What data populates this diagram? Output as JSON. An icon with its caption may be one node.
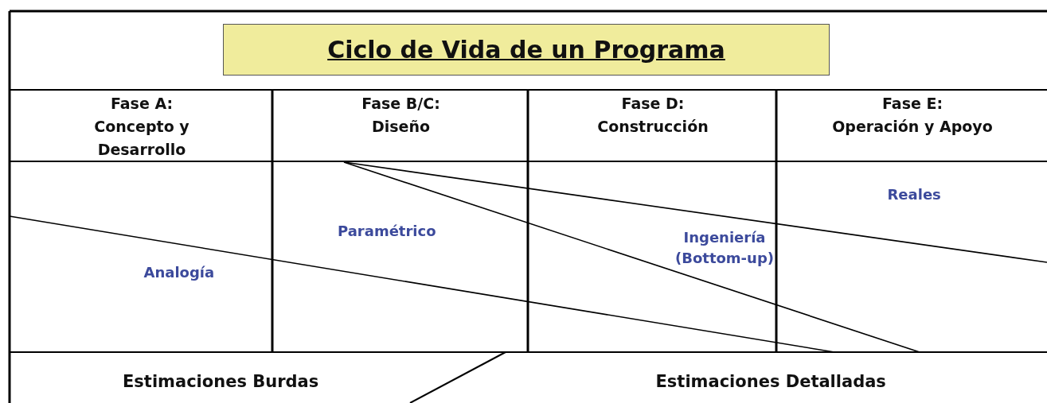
{
  "diagram": {
    "title": "Ciclo de Vida de un Programa",
    "nodes": [
      {
        "text": [
          "Fase A:",
          "Concepto y Desarrollo"
        ]
      },
      {
        "text": [
          "Fase B/C:",
          "Diseño"
        ]
      },
      {
        "text": [
          "Fase D:",
          "Construcción"
        ]
      },
      {
        "text": [
          "Fase E:",
          "Operación y Apoyo"
        ]
      }
    ],
    "labels": [
      "Reales",
      "Paramétrico",
      "Ingeniería (Bottom-up)",
      "Analogía",
      "Estimaciones Burdas",
      "Estimaciones Detalladas"
    ]
  }
}
